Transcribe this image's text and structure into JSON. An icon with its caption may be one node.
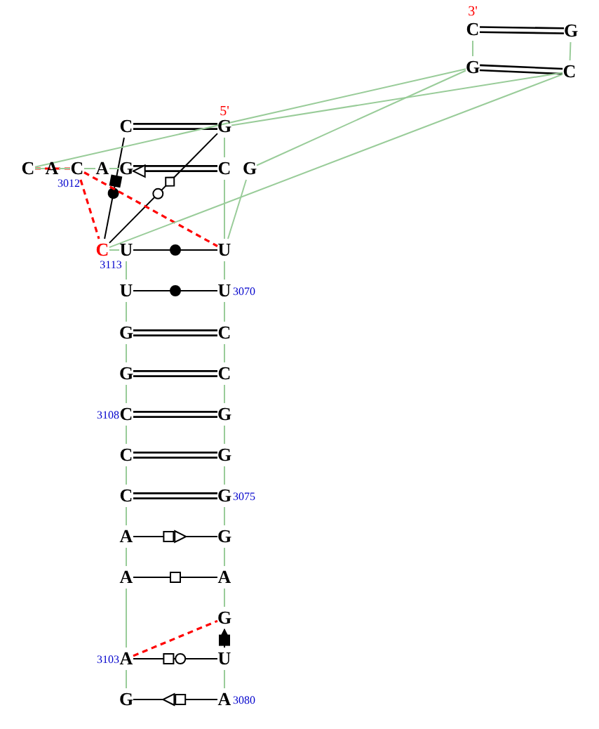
{
  "diagram": {
    "nodes": [
      {
        "text": [
          "C"
        ],
        "beside": [
          "3'"
        ]
      },
      {
        "text": [
          "G"
        ]
      },
      {
        "text": [
          "G"
        ]
      },
      {
        "text": [
          "C"
        ]
      },
      {
        "text": [
          "C"
        ]
      },
      {
        "text": [
          "G"
        ],
        "beside": [
          "5'"
        ]
      },
      {
        "text": [
          "C"
        ]
      },
      {
        "text": [
          "A"
        ]
      },
      {
        "text": [
          "C"
        ],
        "beside": [
          "3012"
        ]
      },
      {
        "text": [
          "A"
        ]
      },
      {
        "text": [
          "G"
        ]
      },
      {
        "text": [
          "C"
        ]
      },
      {
        "text": [
          "G"
        ]
      },
      {
        "text": [
          "C"
        ],
        "beside": [
          "3113"
        ]
      },
      {
        "text": [
          "U"
        ]
      },
      {
        "text": [
          "U"
        ]
      },
      {
        "text": [
          "U"
        ]
      },
      {
        "text": [
          "U"
        ],
        "beside": [
          "3070"
        ]
      },
      {
        "text": [
          "G"
        ]
      },
      {
        "text": [
          "C"
        ]
      },
      {
        "text": [
          "G"
        ]
      },
      {
        "text": [
          "C"
        ]
      },
      {
        "text": [
          "C"
        ],
        "beside": [
          "3108"
        ]
      },
      {
        "text": [
          "G"
        ]
      },
      {
        "text": [
          "C"
        ]
      },
      {
        "text": [
          "G"
        ]
      },
      {
        "text": [
          "C"
        ]
      },
      {
        "text": [
          "G"
        ],
        "beside": [
          "3075"
        ]
      },
      {
        "text": [
          "A"
        ]
      },
      {
        "text": [
          "G"
        ]
      },
      {
        "text": [
          "A"
        ]
      },
      {
        "text": [
          "A"
        ]
      },
      {
        "text": [
          "G"
        ]
      },
      {
        "text": [
          "A"
        ],
        "beside": [
          "3103"
        ]
      },
      {
        "text": [
          "U"
        ]
      },
      {
        "text": [
          "G"
        ]
      },
      {
        "text": [
          "A"
        ],
        "beside": [
          "3080"
        ]
      }
    ],
    "edges": [
      {
        "from": 0,
        "to": 1,
        "arrow": "none",
        "color": "#000000"
      },
      {
        "from": 2,
        "to": 3,
        "arrow": "none",
        "color": "#000000"
      },
      {
        "from": 4,
        "to": 5,
        "arrow": "none",
        "color": "#000000"
      },
      {
        "from": 11,
        "to": 10,
        "arrow": "to",
        "color": "#000000"
      },
      {
        "from": 14,
        "to": 15,
        "arrow": "none",
        "color": "#000000"
      },
      {
        "from": 16,
        "to": 17,
        "arrow": "none",
        "color": "#000000"
      },
      {
        "from": 18,
        "to": 19,
        "arrow": "none",
        "color": "#000000"
      },
      {
        "from": 20,
        "to": 21,
        "arrow": "none",
        "color": "#000000"
      },
      {
        "from": 22,
        "to": 23,
        "arrow": "none",
        "color": "#000000"
      },
      {
        "from": 24,
        "to": 25,
        "arrow": "none",
        "color": "#000000"
      },
      {
        "from": 26,
        "to": 27,
        "arrow": "none",
        "color": "#000000"
      },
      {
        "from": 28,
        "to": 29,
        "arrow": "to",
        "color": "#000000"
      },
      {
        "from": 30,
        "to": 31,
        "arrow": "none",
        "color": "#000000"
      },
      {
        "from": 33,
        "to": 34,
        "arrow": "none",
        "color": "#000000"
      },
      {
        "from": 36,
        "to": 35,
        "arrow": "to",
        "color": "#000000"
      },
      {
        "from": 34,
        "to": 32,
        "arrow": "to",
        "color": "#000000"
      },
      {
        "from": 13,
        "to": 4,
        "arrow": "none",
        "color": "#000000"
      },
      {
        "from": 13,
        "to": 5,
        "arrow": "none",
        "color": "#000000"
      },
      {
        "from": 8,
        "to": 13,
        "arrow": "none",
        "style": "dashed",
        "color": "#ff0000"
      },
      {
        "from": 8,
        "to": 15,
        "arrow": "none",
        "style": "dashed",
        "color": "#ff0000"
      },
      {
        "from": 6,
        "to": 8,
        "arrow": "none",
        "style": "dashed",
        "color": "#ff0000"
      },
      {
        "from": 33,
        "to": 32,
        "arrow": "none",
        "style": "dashed",
        "color": "#ff0000"
      },
      {
        "from": 0,
        "to": 2,
        "arrow": "none"
      },
      {
        "from": 1,
        "to": 3,
        "arrow": "none"
      },
      {
        "from": 6,
        "to": 2,
        "arrow": "none"
      },
      {
        "from": 12,
        "to": 2,
        "arrow": "none"
      },
      {
        "from": 5,
        "to": 3,
        "arrow": "none"
      },
      {
        "from": 13,
        "to": 3,
        "arrow": "none"
      },
      {
        "from": 12,
        "to": 15,
        "arrow": "none"
      },
      {
        "from": 6,
        "to": 7,
        "arrow": "none"
      },
      {
        "from": 7,
        "to": 8,
        "arrow": "none"
      },
      {
        "from": 8,
        "to": 9,
        "arrow": "none"
      },
      {
        "from": 9,
        "to": 10,
        "arrow": "none"
      },
      {
        "from": 13,
        "to": 14,
        "arrow": "none"
      },
      {
        "from": 14,
        "to": 16,
        "arrow": "none"
      },
      {
        "from": 16,
        "to": 18,
        "arrow": "none"
      },
      {
        "from": 18,
        "to": 20,
        "arrow": "none"
      },
      {
        "from": 20,
        "to": 22,
        "arrow": "none"
      },
      {
        "from": 22,
        "to": 24,
        "arrow": "none"
      },
      {
        "from": 24,
        "to": 26,
        "arrow": "none"
      },
      {
        "from": 26,
        "to": 28,
        "arrow": "none"
      },
      {
        "from": 28,
        "to": 30,
        "arrow": "none"
      },
      {
        "from": 30,
        "to": 33,
        "arrow": "none"
      },
      {
        "from": 33,
        "to": 35,
        "arrow": "none"
      },
      {
        "from": 5,
        "to": 11,
        "arrow": "none"
      },
      {
        "from": 11,
        "to": 15,
        "arrow": "none"
      },
      {
        "from": 15,
        "to": 17,
        "arrow": "none"
      },
      {
        "from": 17,
        "to": 19,
        "arrow": "none"
      },
      {
        "from": 19,
        "to": 21,
        "arrow": "none"
      },
      {
        "from": 21,
        "to": 23,
        "arrow": "none"
      },
      {
        "from": 23,
        "to": 25,
        "arrow": "none"
      },
      {
        "from": 25,
        "to": 27,
        "arrow": "none"
      },
      {
        "from": 27,
        "to": 29,
        "arrow": "none"
      },
      {
        "from": 29,
        "to": 31,
        "arrow": "none"
      },
      {
        "from": 31,
        "to": 32,
        "arrow": "none"
      },
      {
        "from": 34,
        "to": 36,
        "arrow": "none"
      }
    ]
  }
}
